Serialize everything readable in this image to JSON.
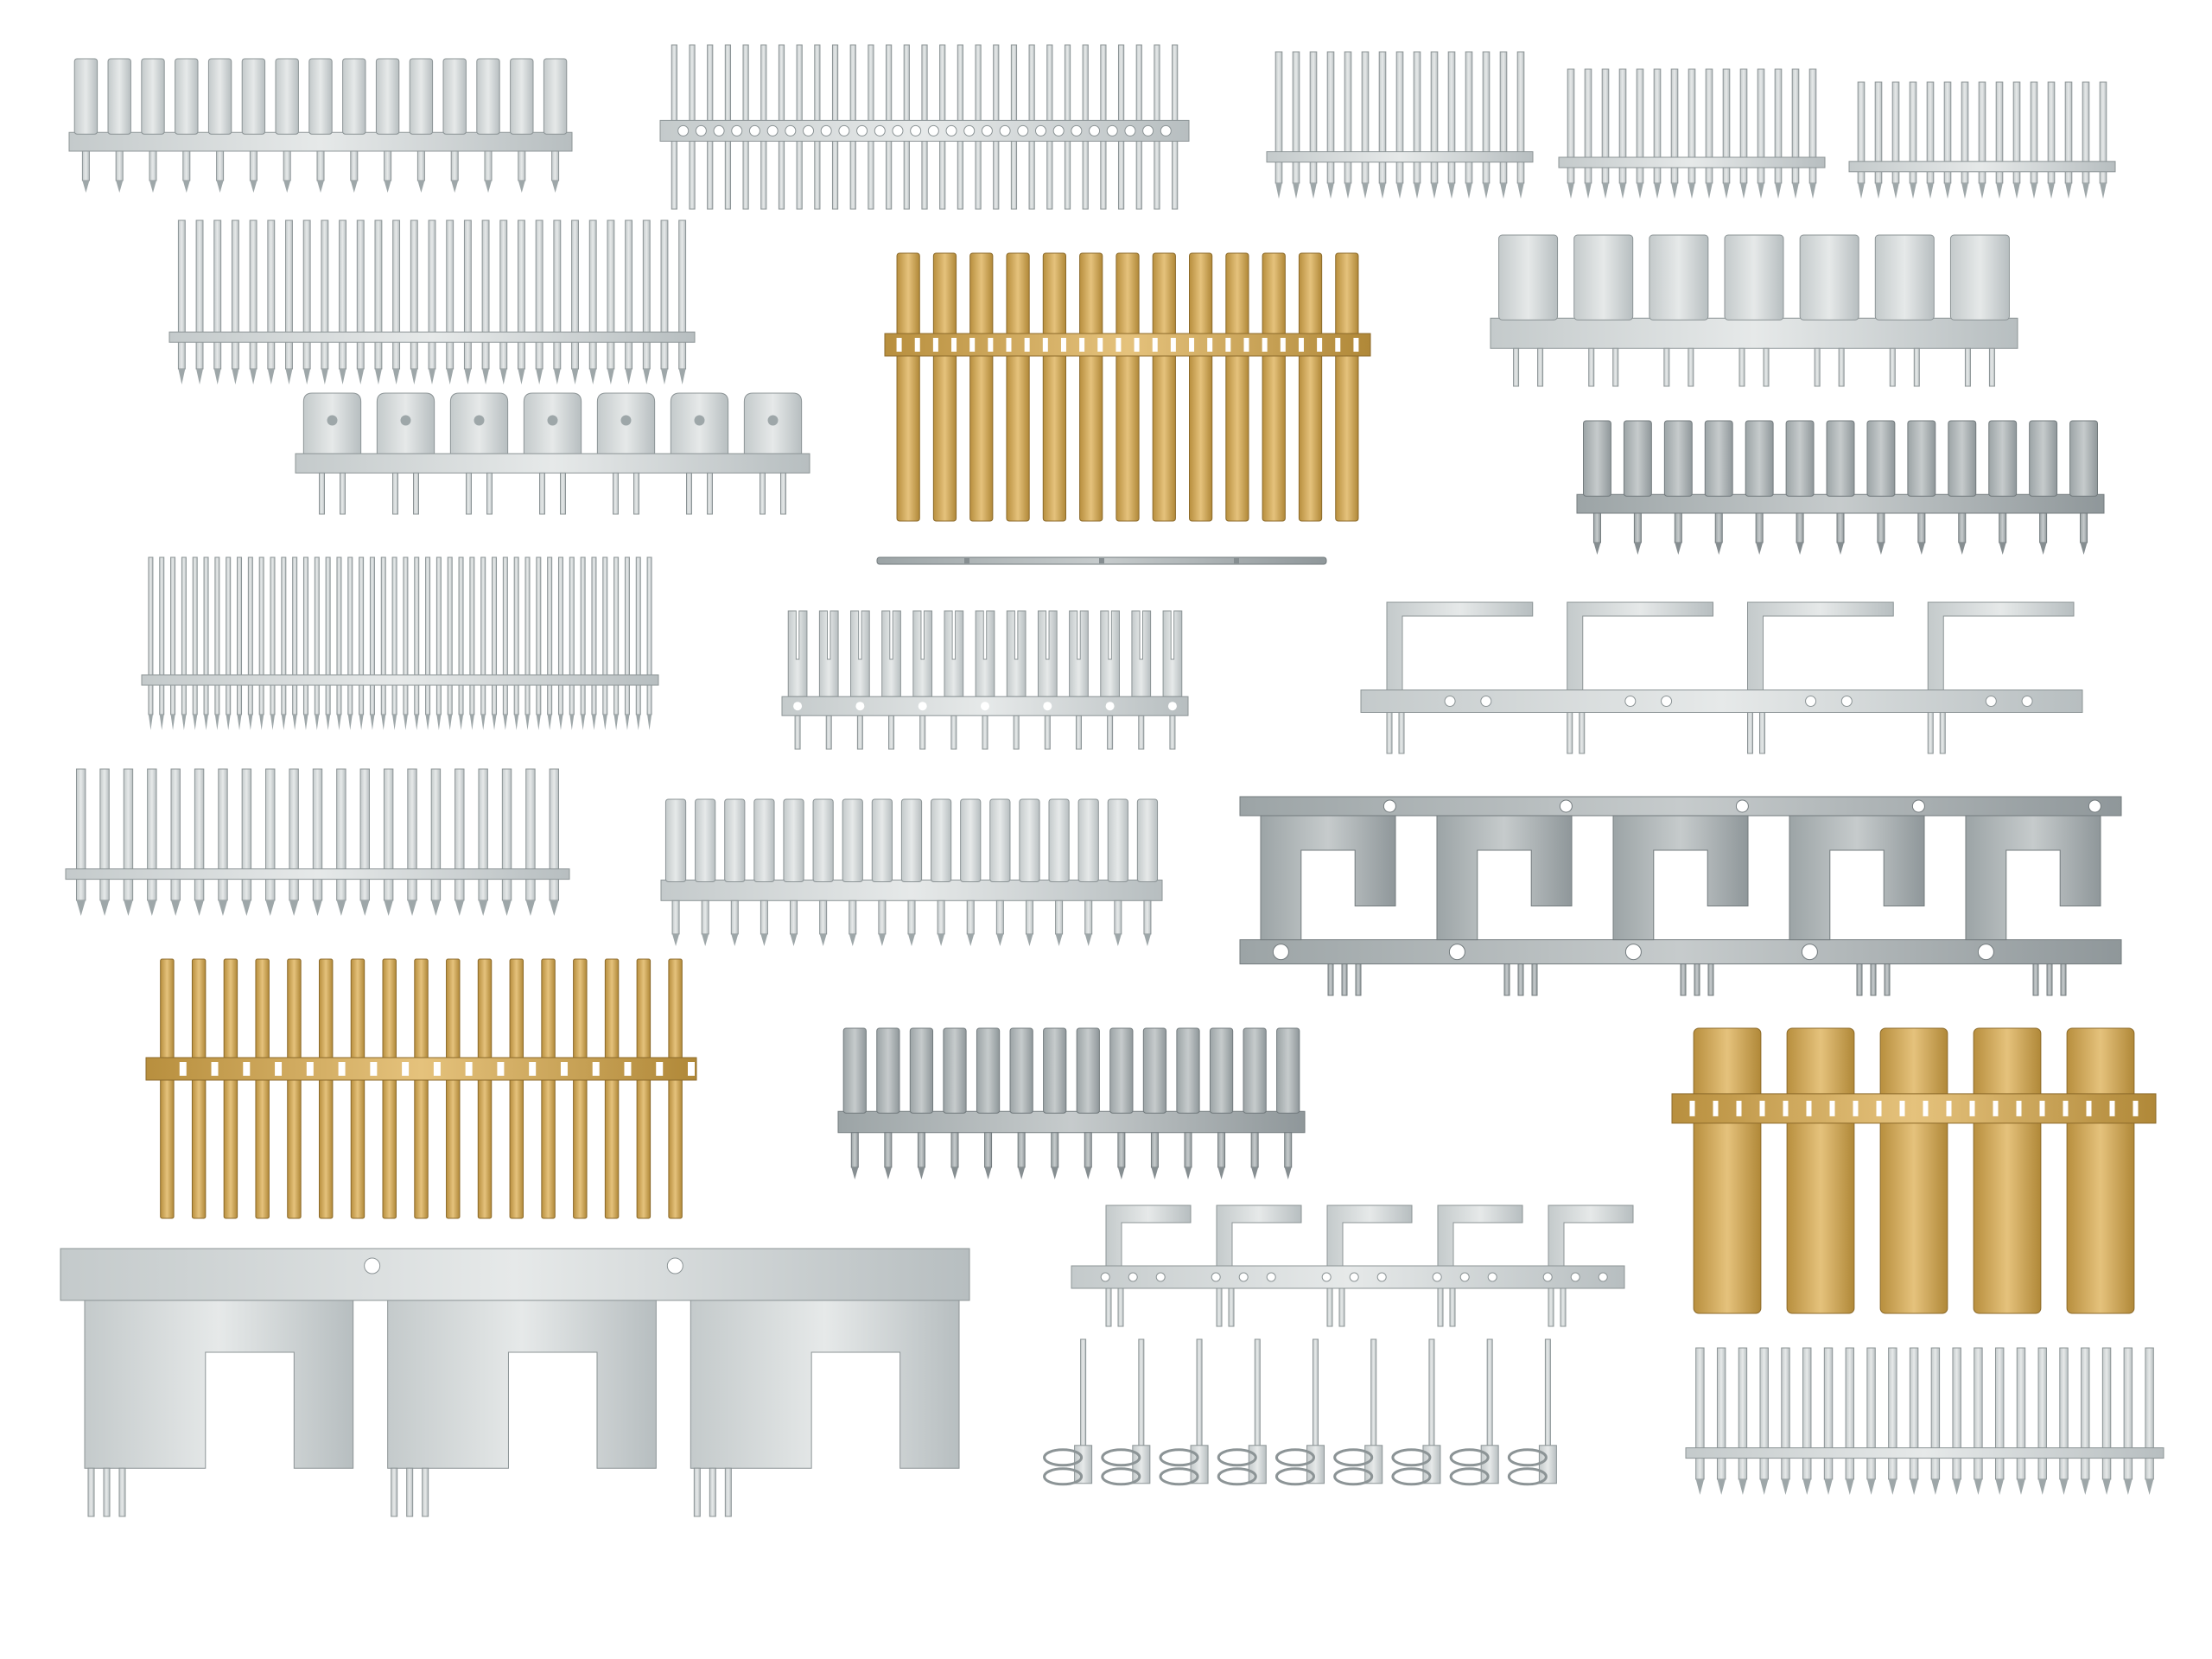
{
  "scene": {
    "subject": "stamped-terminal-strips",
    "background": "#ffffff",
    "materials": {
      "tin": {
        "light": "#e2e5e5",
        "mid": "#c9cfd0",
        "dark": "#9ea7a9",
        "edge": "#8c9496"
      },
      "zinc": {
        "light": "#c7cccd",
        "mid": "#aeb4b6",
        "dark": "#868e91",
        "edge": "#737b7e"
      },
      "brass": {
        "light": "#e6c27a",
        "mid": "#d3a756",
        "dark": "#a98237",
        "edge": "#8c6a2a"
      }
    },
    "strips": [
      {
        "id": "blade-strip-a",
        "material": "tin",
        "style": "blades",
        "count": 15
      },
      {
        "id": "pin-header-holed-a",
        "material": "tin",
        "style": "pins-holed",
        "count": 29
      },
      {
        "id": "pin-header-a",
        "material": "tin",
        "style": "pins",
        "count": 15
      },
      {
        "id": "pin-header-b",
        "material": "tin",
        "style": "pins",
        "count": 15
      },
      {
        "id": "pin-header-c",
        "material": "tin",
        "style": "pins",
        "count": 15
      },
      {
        "id": "pin-header-long",
        "material": "tin",
        "style": "pins",
        "count": 29
      },
      {
        "id": "brass-bar-strip",
        "material": "brass",
        "style": "brass-bars",
        "count": 13
      },
      {
        "id": "wide-tab-strip",
        "material": "tin",
        "style": "wide-tabs",
        "count": 7
      },
      {
        "id": "faston-tab-strip",
        "material": "tin",
        "style": "faston",
        "count": 7
      },
      {
        "id": "zinc-blade-strip",
        "material": "zinc",
        "style": "blades",
        "count": 13
      },
      {
        "id": "thin-rod",
        "material": "zinc",
        "style": "rod",
        "count": 1
      },
      {
        "id": "dense-pin-header",
        "material": "tin",
        "style": "dense",
        "count": 46
      },
      {
        "id": "fork-contact-strip",
        "material": "tin",
        "style": "fork",
        "count": 13
      },
      {
        "id": "c-shape-strip",
        "material": "tin",
        "style": "c-frames",
        "count": 4
      },
      {
        "id": "pin-header-d",
        "material": "tin",
        "style": "pins",
        "count": 21
      },
      {
        "id": "blade-strip-b",
        "material": "tin",
        "style": "blades",
        "count": 17
      },
      {
        "id": "zinc-u-frame-strip",
        "material": "zinc",
        "style": "u-frames",
        "count": 5
      },
      {
        "id": "brass-pin-strip",
        "material": "brass",
        "style": "brass-pins",
        "count": 17
      },
      {
        "id": "grey-blade-strip",
        "material": "zinc",
        "style": "blades-down",
        "count": 14
      },
      {
        "id": "brass-wide-tab-strip",
        "material": "brass",
        "style": "brass-wide",
        "count": 5
      },
      {
        "id": "large-u-frame-strip",
        "material": "tin",
        "style": "big-u",
        "count": 3
      },
      {
        "id": "f-shape-strip",
        "material": "tin",
        "style": "f-frames",
        "count": 5
      },
      {
        "id": "loop-pin-strip",
        "material": "tin",
        "style": "loops",
        "count": 9
      },
      {
        "id": "pin-header-e",
        "material": "tin",
        "style": "pins",
        "count": 22
      }
    ]
  }
}
